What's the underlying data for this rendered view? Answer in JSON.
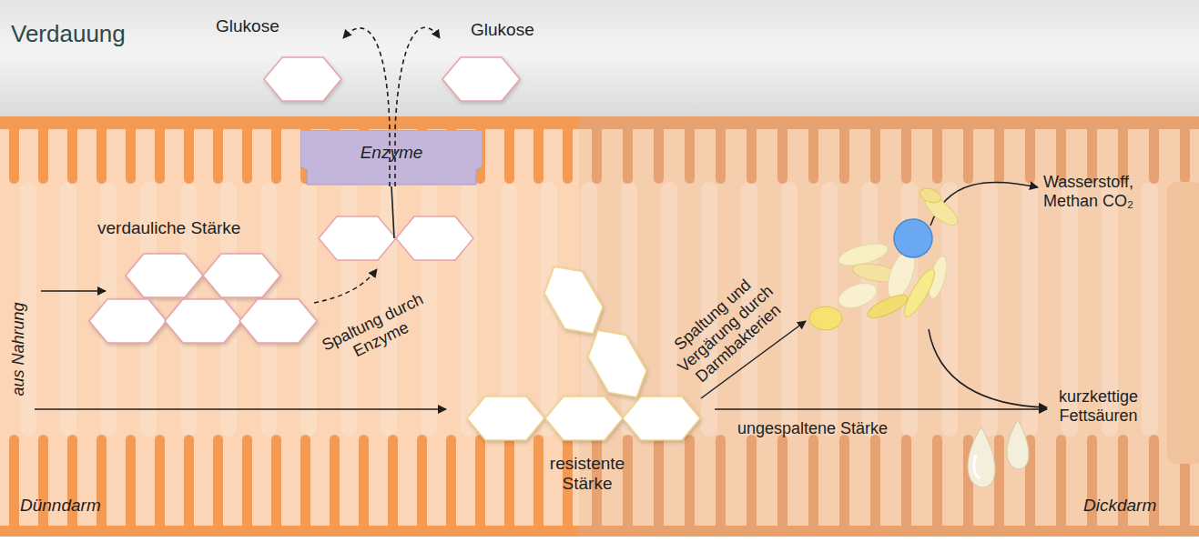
{
  "diagram": {
    "title": "Verdauung",
    "nodes": [
      {
        "text": [
          "Glukose"
        ]
      },
      {
        "text": [
          "Glukose"
        ]
      },
      {
        "text": [
          "Enzyme"
        ]
      },
      {
        "text": [
          "verdauliche Stärke"
        ]
      },
      {
        "text": [
          "resistente Stärke"
        ]
      }
    ],
    "edges": [
      {
        "from": 2,
        "to": 0,
        "arrow": "to"
      },
      {
        "from": 2,
        "to": 1,
        "arrow": "to"
      }
    ],
    "labels": [
      "aus Nahrung",
      "Spaltung durch Enzyme",
      "Spaltung und Vergärung durch Darmbakterien",
      "ungespaltene Stärke",
      "Wasserstoff, Methan CO₂",
      "kurzkettige Fettsäuren",
      "Dünndarm",
      "Dickdarm"
    ]
  }
}
